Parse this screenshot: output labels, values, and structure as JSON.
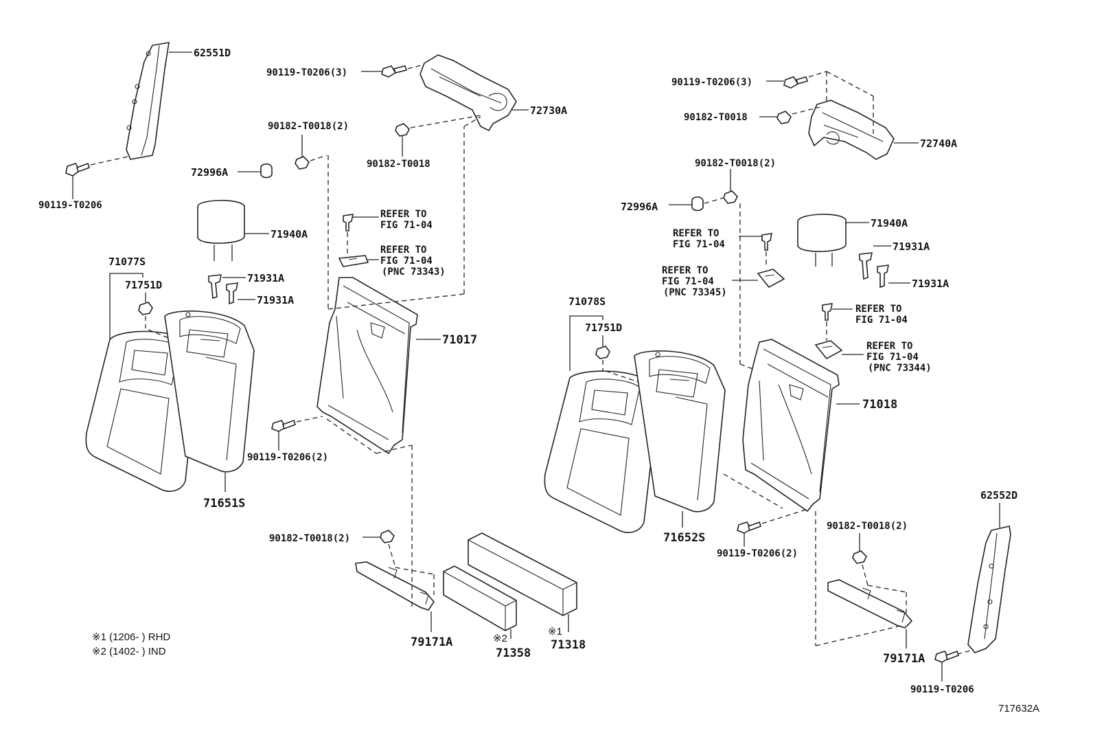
{
  "labels": {
    "p62551D": "62551D",
    "p90119_T0206_3_l": "90119-T0206(3)",
    "p72730A": "72730A",
    "p90182_T0018_2_l": "90182-T0018(2)",
    "p90182_T0018_l": "90182-T0018",
    "p72996A_l": "72996A",
    "p90119_T0206_l": "90119-T0206",
    "p71940A_l": "71940A",
    "refer1_a": "REFER TO",
    "refer1_b": "FIG 71-04",
    "refer2_a": "REFER TO",
    "refer2_b": "FIG 71-04",
    "refer2_c": "(PNC 73343)",
    "p71077S": "71077S",
    "p71751D_l": "71751D",
    "p71931A_l1": "71931A",
    "p71931A_l2": "71931A",
    "p71017": "71017",
    "p90119_T0206_2_l": "90119-T0206(2)",
    "p71651S": "71651S",
    "p90182_T0018_2_lb": "90182-T0018(2)",
    "p79171A_l": "79171A",
    "p71358": "71358",
    "p71318": "71318",
    "mark2": "※2",
    "mark1": "※1",
    "p90119_T0206_3_r": "90119-T0206(3)",
    "p90182_T0018_r": "90182-T0018",
    "p72740A": "72740A",
    "p90182_T0018_2_r": "90182-T0018(2)",
    "p72996A_r": "72996A",
    "p71940A_r": "71940A",
    "refer3_a": "REFER TO",
    "refer3_b": "FIG 71-04",
    "refer4_a": "REFER TO",
    "refer4_b": "FIG 71-04",
    "refer4_c": "(PNC 73345)",
    "p71931A_r1": "71931A",
    "p71931A_r2": "71931A",
    "refer5_a": "REFER TO",
    "refer5_b": "FIG 71-04",
    "refer6_a": "REFER TO",
    "refer6_b": "FIG 71-04",
    "refer6_c": "(PNC 73344)",
    "p71078S": "71078S",
    "p71751D_r": "71751D",
    "p71018": "71018",
    "p71652S": "71652S",
    "p90119_T0206_2_r": "90119-T0206(2)",
    "p62552D": "62552D",
    "p90182_T0018_2_rb": "90182-T0018(2)",
    "p79171A_r": "79171A",
    "p90119_T0206_r": "90119-T0206",
    "note1": "※1 (1206-        ) RHD",
    "note2": "※2 (1402-        ) IND",
    "figure_id": "717632A"
  }
}
